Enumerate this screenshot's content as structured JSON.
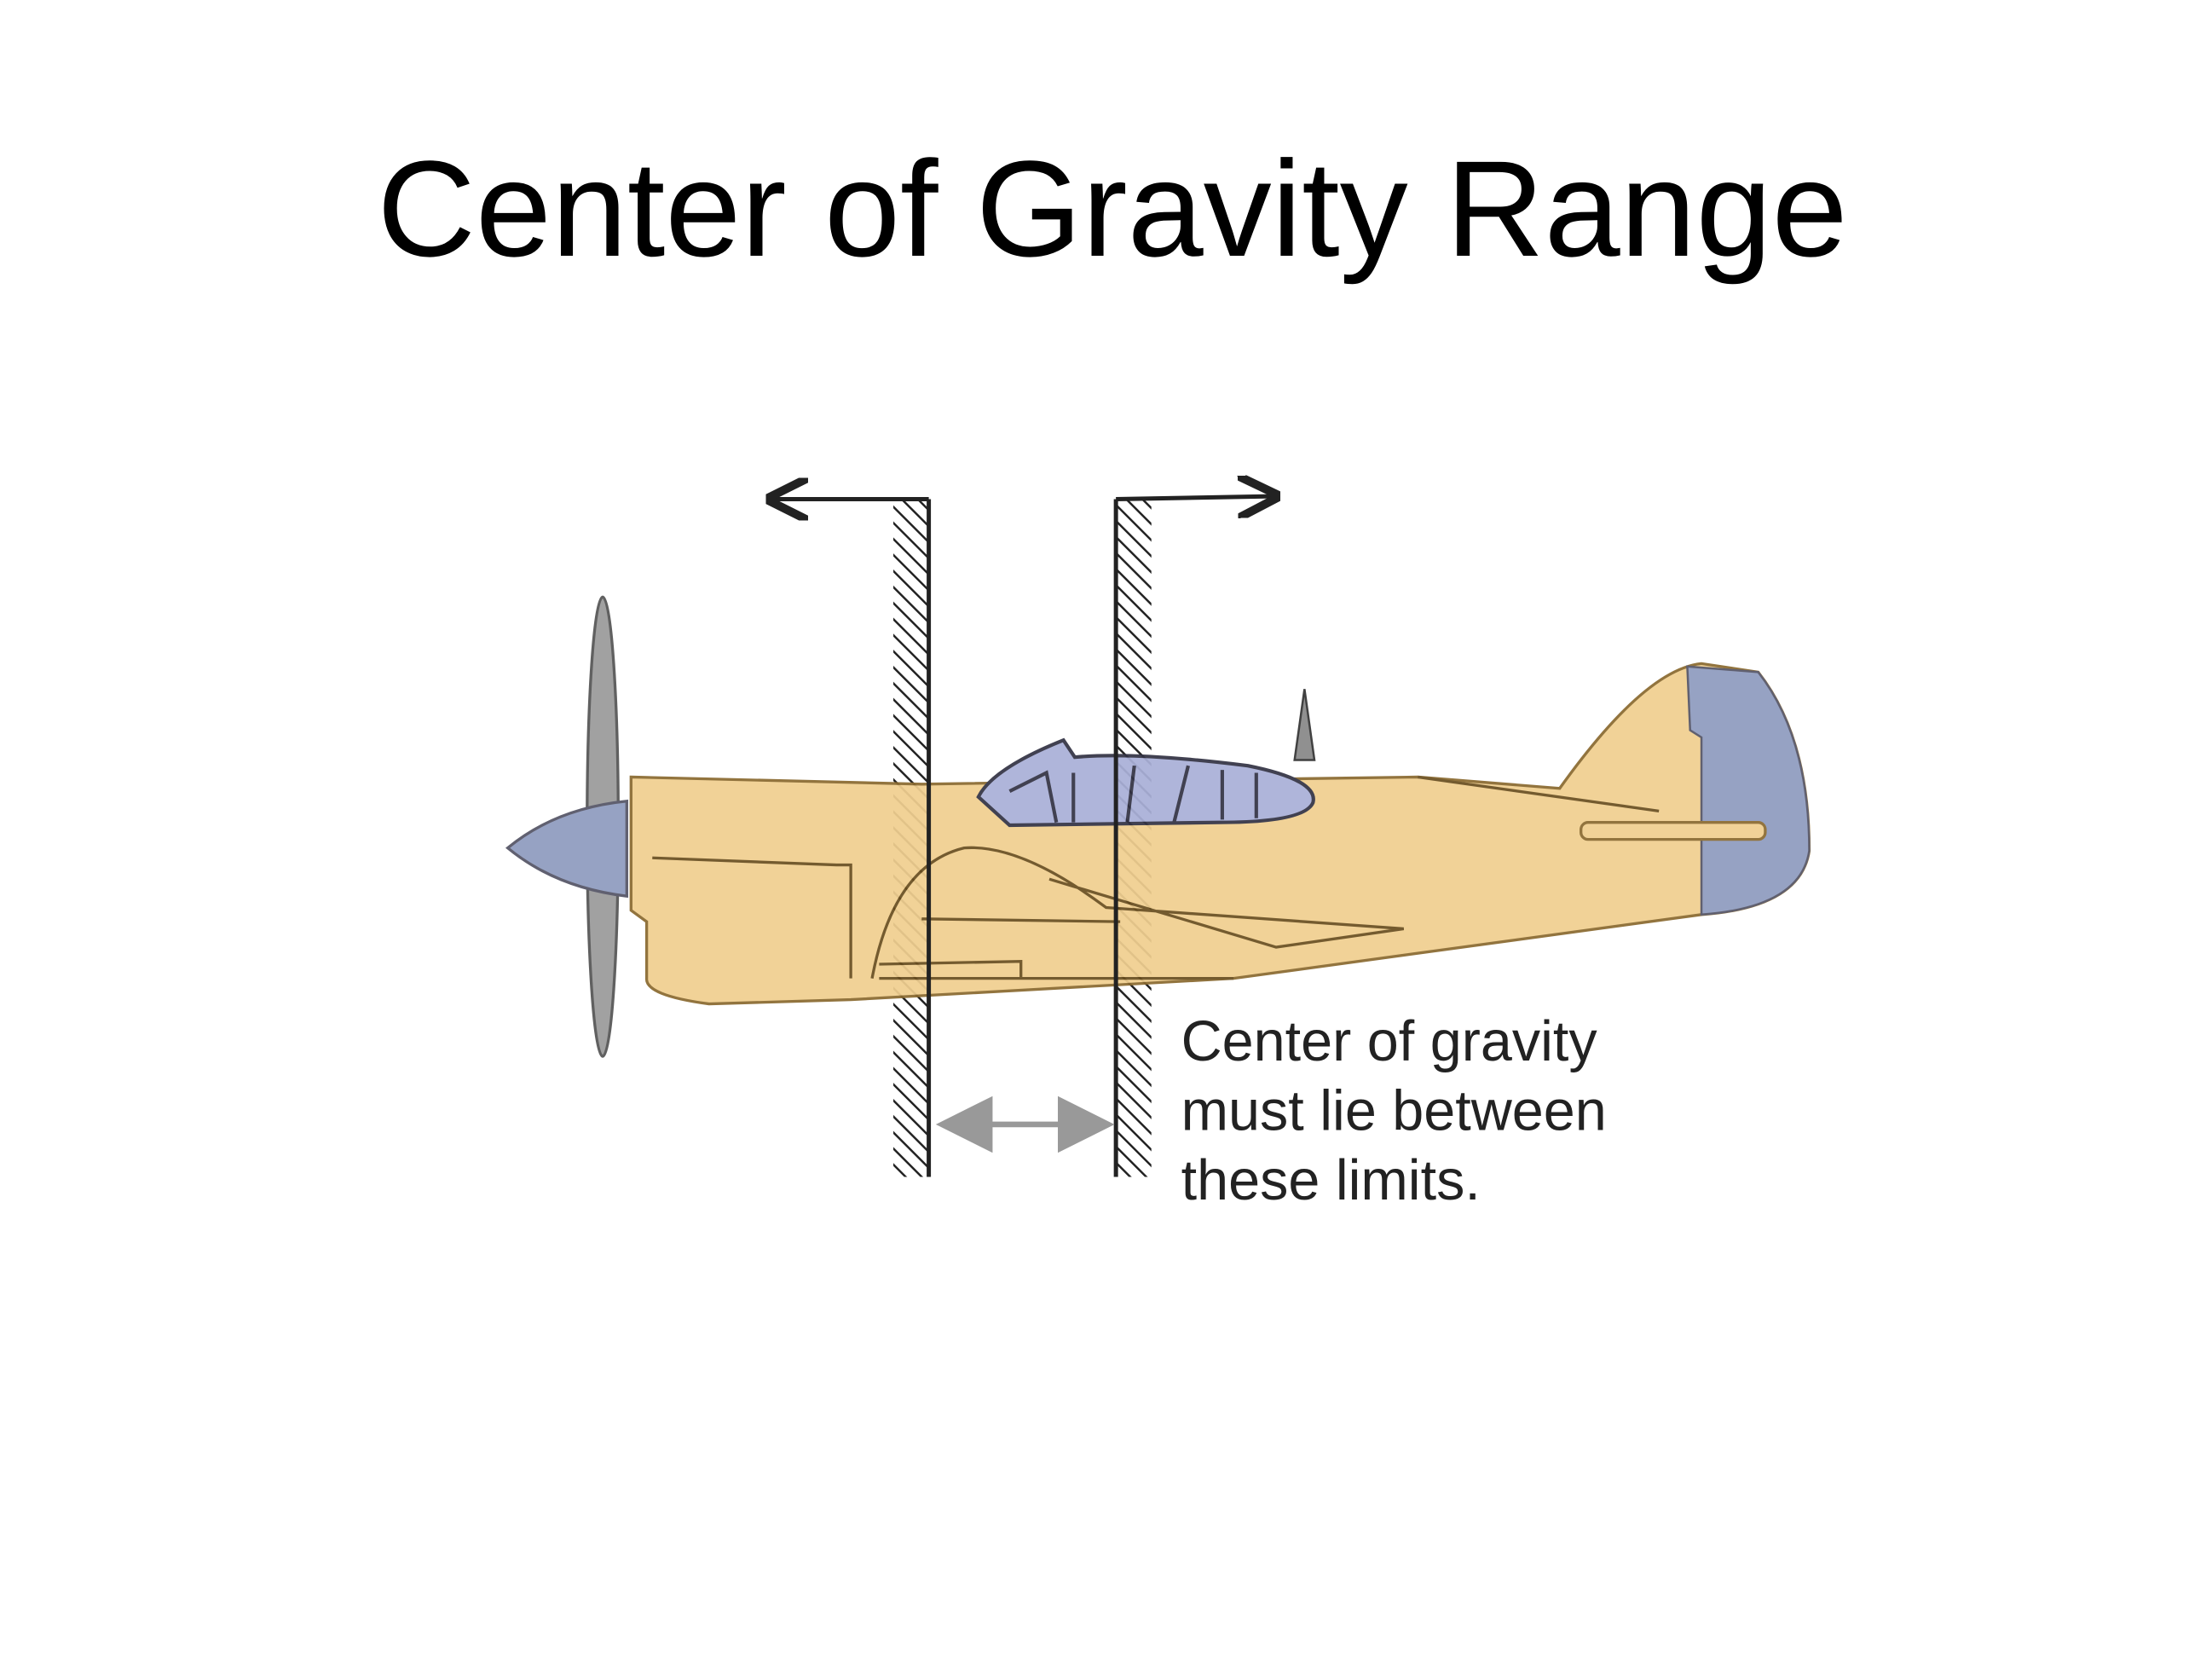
{
  "slide": {
    "title": "Center of Gravity Range"
  },
  "diagram": {
    "caption_lines": [
      "Center of gravity",
      "must lie between",
      "these limits."
    ],
    "colors": {
      "fuselage": "#f0cf90",
      "blue_parts": "#8f9cbf",
      "canopy": "#aab0d8",
      "propeller": "#9a9a9a",
      "range_arrow": "#999999"
    }
  }
}
